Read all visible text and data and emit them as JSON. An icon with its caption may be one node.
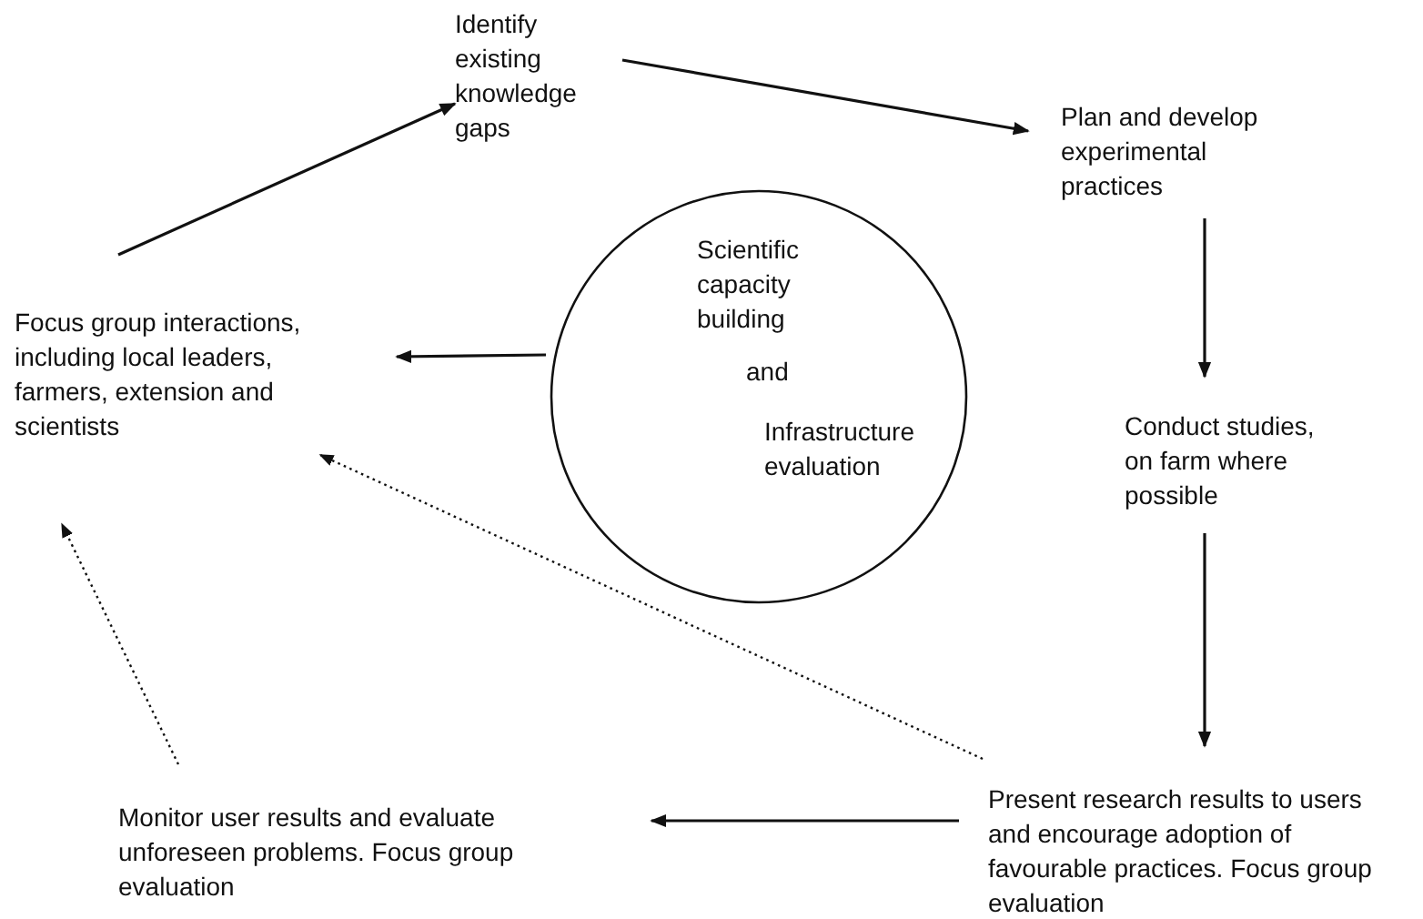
{
  "diagram": {
    "nodes": [
      {
        "text": [
          "Identify existing knowledge gaps"
        ]
      },
      {
        "text": [
          "Plan and develop experimental practices"
        ]
      },
      {
        "text": [
          "Scientific capacity building",
          "and",
          "Infrastructure evaluation"
        ]
      },
      {
        "text": [
          "Focus group interactions, including local leaders, farmers, extension and scientists"
        ]
      },
      {
        "text": [
          "Conduct studies, on farm where possible"
        ]
      },
      {
        "text": [
          "Present research results to users and encourage adoption of favourable practices. Focus group evaluation"
        ]
      },
      {
        "text": [
          "Monitor user results and evaluate unforeseen problems. Focus group evaluation"
        ]
      }
    ],
    "edges": [
      {
        "from": 3,
        "to": 0,
        "arrow": "to"
      },
      {
        "from": 0,
        "to": 1,
        "arrow": "to"
      },
      {
        "from": 1,
        "to": 4,
        "arrow": "to"
      },
      {
        "from": 4,
        "to": 5,
        "arrow": "to"
      },
      {
        "from": 5,
        "to": 6,
        "arrow": "to"
      },
      {
        "from": 6,
        "to": 3,
        "arrow": "to",
        "style": "dashed"
      },
      {
        "from": 5,
        "to": 3,
        "arrow": "to",
        "style": "dashed"
      },
      {
        "from": 2,
        "to": 3,
        "arrow": "to"
      }
    ]
  }
}
